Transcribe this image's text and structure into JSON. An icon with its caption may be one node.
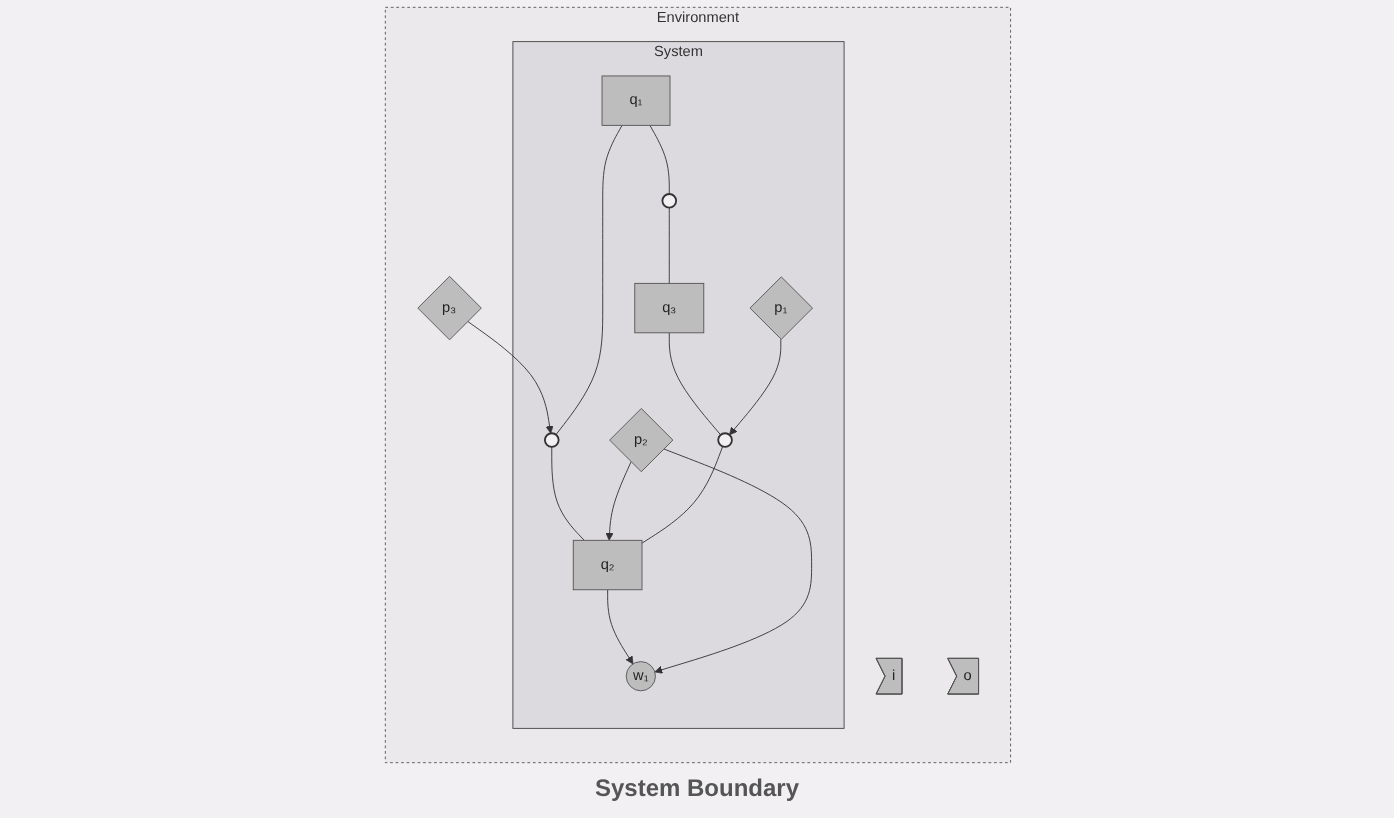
{
  "diagram": {
    "nodes": [
      {
        "text": [
          "Environment"
        ]
      },
      {
        "text": [
          "System"
        ],
        "in": 0
      },
      {
        "text": [
          "i"
        ],
        "in": 0
      },
      {
        "text": [
          "o"
        ],
        "in": 0
      },
      {
        "text": [
          "p₃"
        ],
        "in": 0
      },
      {
        "text": [
          "q₁"
        ],
        "in": 1
      },
      {
        "text": [],
        "shape": "circle",
        "in": 1
      },
      {
        "text": [
          "q₂"
        ],
        "in": 1
      },
      {
        "text": [
          "w₁"
        ],
        "in": 1
      },
      {
        "text": [
          "p₂"
        ],
        "in": 1
      },
      {
        "text": [],
        "shape": "circle",
        "in": 1
      },
      {
        "text": [
          "q₃"
        ],
        "in": 1
      },
      {
        "text": [],
        "shape": "circle",
        "in": 1
      },
      {
        "text": [
          "p₁"
        ],
        "in": 1
      }
    ],
    "edges": [
      {
        "from": 4,
        "to": 6,
        "arrow": "to"
      },
      {
        "from": 5,
        "to": 6,
        "arrow": "none"
      },
      {
        "from": 6,
        "to": 7,
        "arrow": "none"
      },
      {
        "from": 7,
        "to": 8,
        "arrow": "to"
      },
      {
        "from": 9,
        "to": 8,
        "arrow": "to"
      },
      {
        "from": 9,
        "to": 7,
        "arrow": "to"
      },
      {
        "from": 5,
        "to": 10,
        "arrow": "none"
      },
      {
        "from": 10,
        "to": 11,
        "arrow": "none"
      },
      {
        "from": 11,
        "to": 12,
        "arrow": "none"
      },
      {
        "from": 12,
        "to": 7,
        "arrow": "none"
      },
      {
        "from": 13,
        "to": 12,
        "arrow": "to"
      }
    ],
    "labels": [
      "System Boundary"
    ]
  }
}
